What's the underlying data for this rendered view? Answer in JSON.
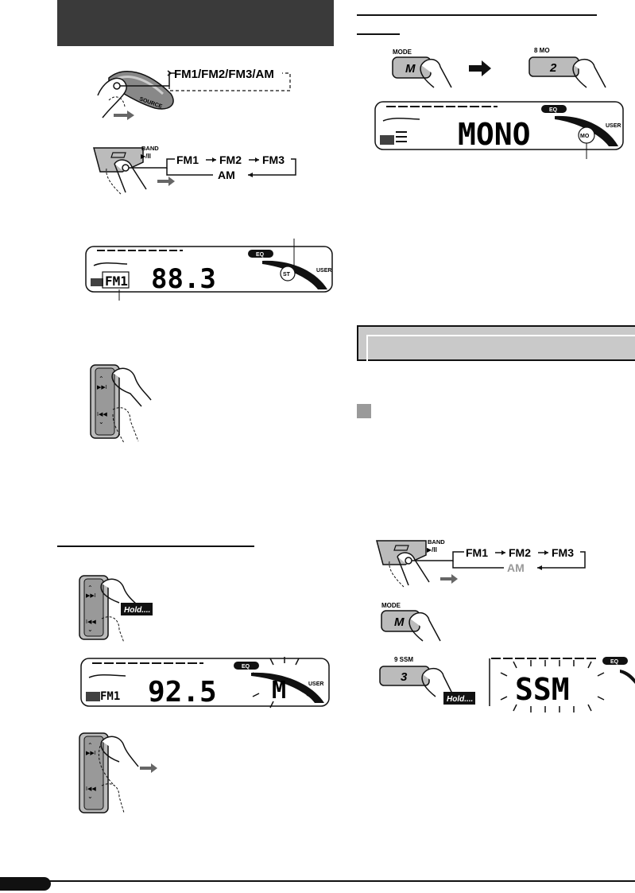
{
  "source_diagram": {
    "knob_label": "SOURCE",
    "sequence": "FM1/FM2/FM3/AM"
  },
  "band_diagram": {
    "button_label_top": "BAND",
    "button_label_bottom": "▶/II",
    "seq": [
      "FM1",
      "FM2",
      "FM3"
    ],
    "seq_return": "AM"
  },
  "display_fm": {
    "band": "FM1",
    "frequency": "88.3",
    "eq_label": "EQ",
    "user_label": "USER",
    "st_label": "ST"
  },
  "mono_section": {
    "mode_button_label": "MODE",
    "mode_button_face": "M",
    "preset_button_label": "8  MO",
    "preset_button_face": "2",
    "display_text": "MONO",
    "mo_label": "MO",
    "eq_label": "EQ",
    "user_label": "USER"
  },
  "manual_preset": {
    "hold_badge": "Hold....",
    "display_band": "FM1",
    "display_frequency": "92.5",
    "display_indicator": "M",
    "eq_label": "EQ",
    "user_label": "USER"
  },
  "ssm_section": {
    "band_button_top": "BAND",
    "band_button_bottom": "▶/II",
    "seq": [
      "FM1",
      "FM2",
      "FM3"
    ],
    "seq_return": "AM",
    "mode_button_label": "MODE",
    "mode_button_face": "M",
    "preset_button_label": "9  SSM",
    "preset_button_face": "3",
    "hold_badge": "Hold....",
    "display_text": "SSM",
    "eq_label": "EQ"
  }
}
